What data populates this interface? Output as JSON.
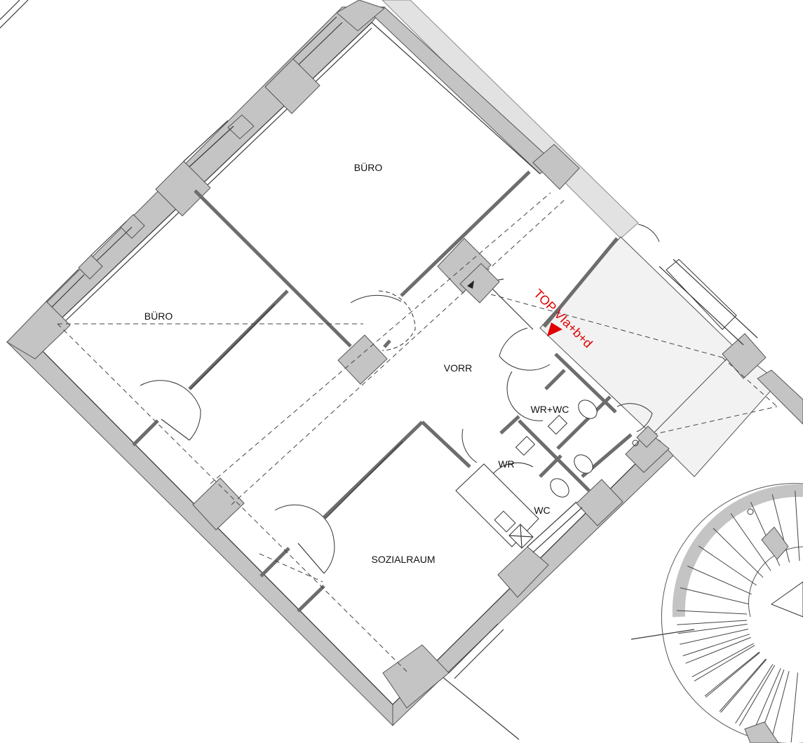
{
  "rooms": {
    "buero_top": "BÜRO",
    "buero_left": "BÜRO",
    "vorr": "VORR",
    "wr_wc": "WR+WC",
    "wr": "WR",
    "wc": "WC",
    "sozialraum": "SOZIALRAUM"
  },
  "unit_marker": {
    "label": "TOP VIa+b+d",
    "color": "#e00000"
  },
  "colors": {
    "wall_fill": "#c4c4c4",
    "corridor_fill": "#f2f2f2"
  }
}
